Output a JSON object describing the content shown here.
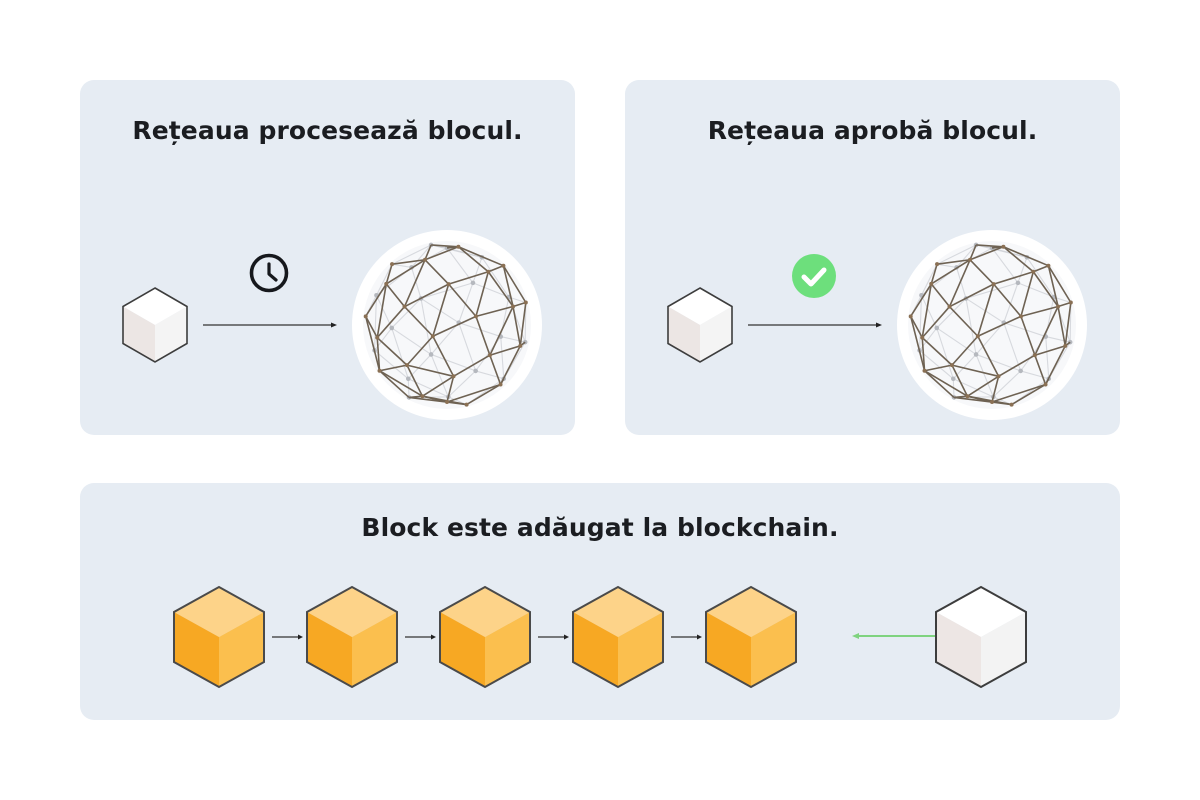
{
  "panels": {
    "process": {
      "title": "Rețeaua procesează blocul.",
      "status_icon": "clock-icon"
    },
    "approve": {
      "title": "Rețeaua aprobă blocul.",
      "status_icon": "check-circle-icon"
    },
    "chain": {
      "title": "Block este adăugat la blockchain.",
      "chain_block_count": 5,
      "new_block_icon": "cube-icon"
    }
  },
  "colors": {
    "panel_bg": "#e6ecf3",
    "title_text": "#1b1d21",
    "check_green": "#6ddf7c",
    "arrow_green": "#7fd37f",
    "block_orange_left": "#f7a823",
    "block_orange_right": "#fbbf4e",
    "block_orange_top": "#fdd389",
    "block_outline": "#4a4a4a",
    "network_edge": "#6e6253"
  }
}
